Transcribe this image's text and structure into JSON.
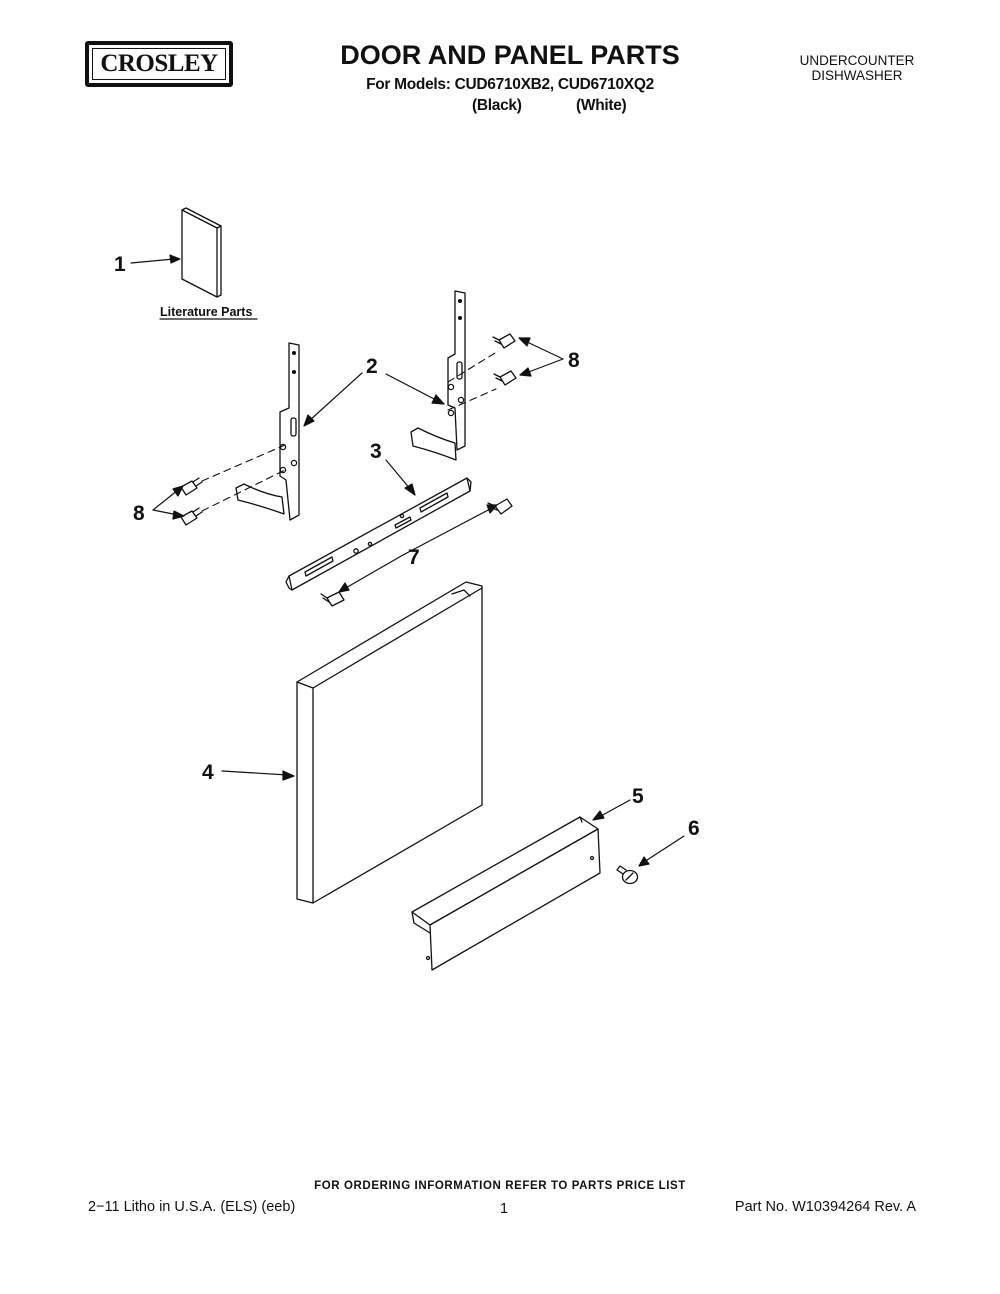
{
  "header": {
    "brand": "CROSLEY",
    "title": "DOOR AND PANEL PARTS",
    "models_line": "For Models: CUD6710XB2, CUD6710XQ2",
    "variant_black": "(Black)",
    "variant_white": "(White)",
    "category_line1": "UNDERCOUNTER",
    "category_line2": "DISHWASHER"
  },
  "diagram": {
    "literature_caption": "Literature Parts",
    "callouts": [
      "1",
      "2",
      "3",
      "4",
      "5",
      "6",
      "7",
      "8",
      "8"
    ]
  },
  "footer": {
    "order_note": "FOR ORDERING INFORMATION REFER TO PARTS PRICE LIST",
    "litho": "2−11 Litho in U.S.A. (ELS) (eeb)",
    "page_number": "1",
    "part_number": "Part No. W10394264 Rev. A"
  }
}
